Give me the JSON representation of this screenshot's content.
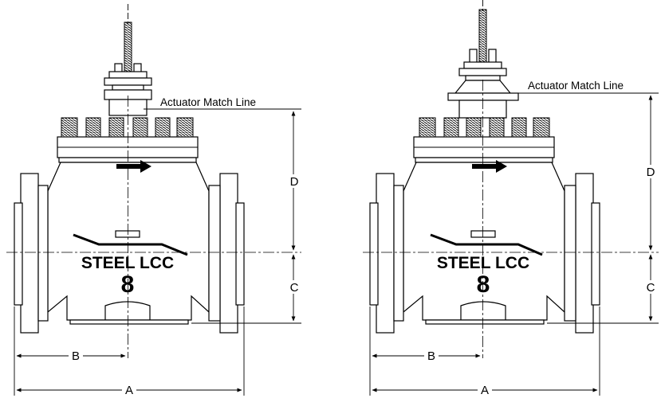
{
  "views": [
    {
      "id": "left",
      "body_text": "STEEL LCC",
      "size_text": "8",
      "match_line_label": "Actuator Match Line",
      "dims": {
        "a": "A",
        "b": "B",
        "c": "C",
        "d": "D"
      }
    },
    {
      "id": "right",
      "body_text": "STEEL LCC",
      "size_text": "8",
      "match_line_label": "Actuator Match Line",
      "dims": {
        "a": "A",
        "b": "B",
        "c": "C",
        "d": "D"
      }
    }
  ]
}
